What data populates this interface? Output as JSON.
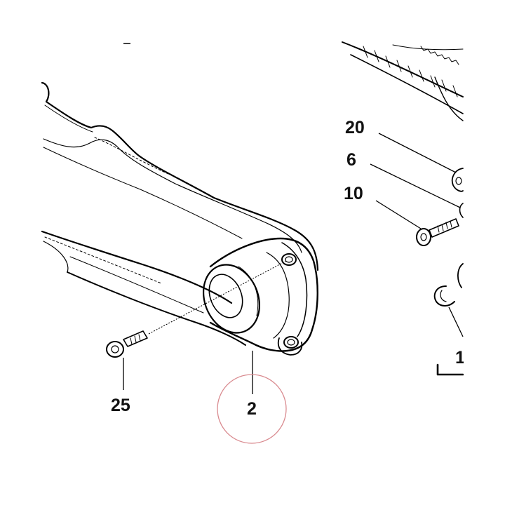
{
  "diagram": {
    "callouts": [
      {
        "id": "20",
        "label": "20"
      },
      {
        "id": "6",
        "label": "6"
      },
      {
        "id": "10",
        "label": "10"
      },
      {
        "id": "25",
        "label": "25"
      },
      {
        "id": "2",
        "label": "2",
        "highlighted": true
      },
      {
        "id": "1",
        "label": "1"
      }
    ],
    "colors": {
      "line": "#000000",
      "highlight_circle": "#d98a8f",
      "background": "#ffffff"
    }
  }
}
